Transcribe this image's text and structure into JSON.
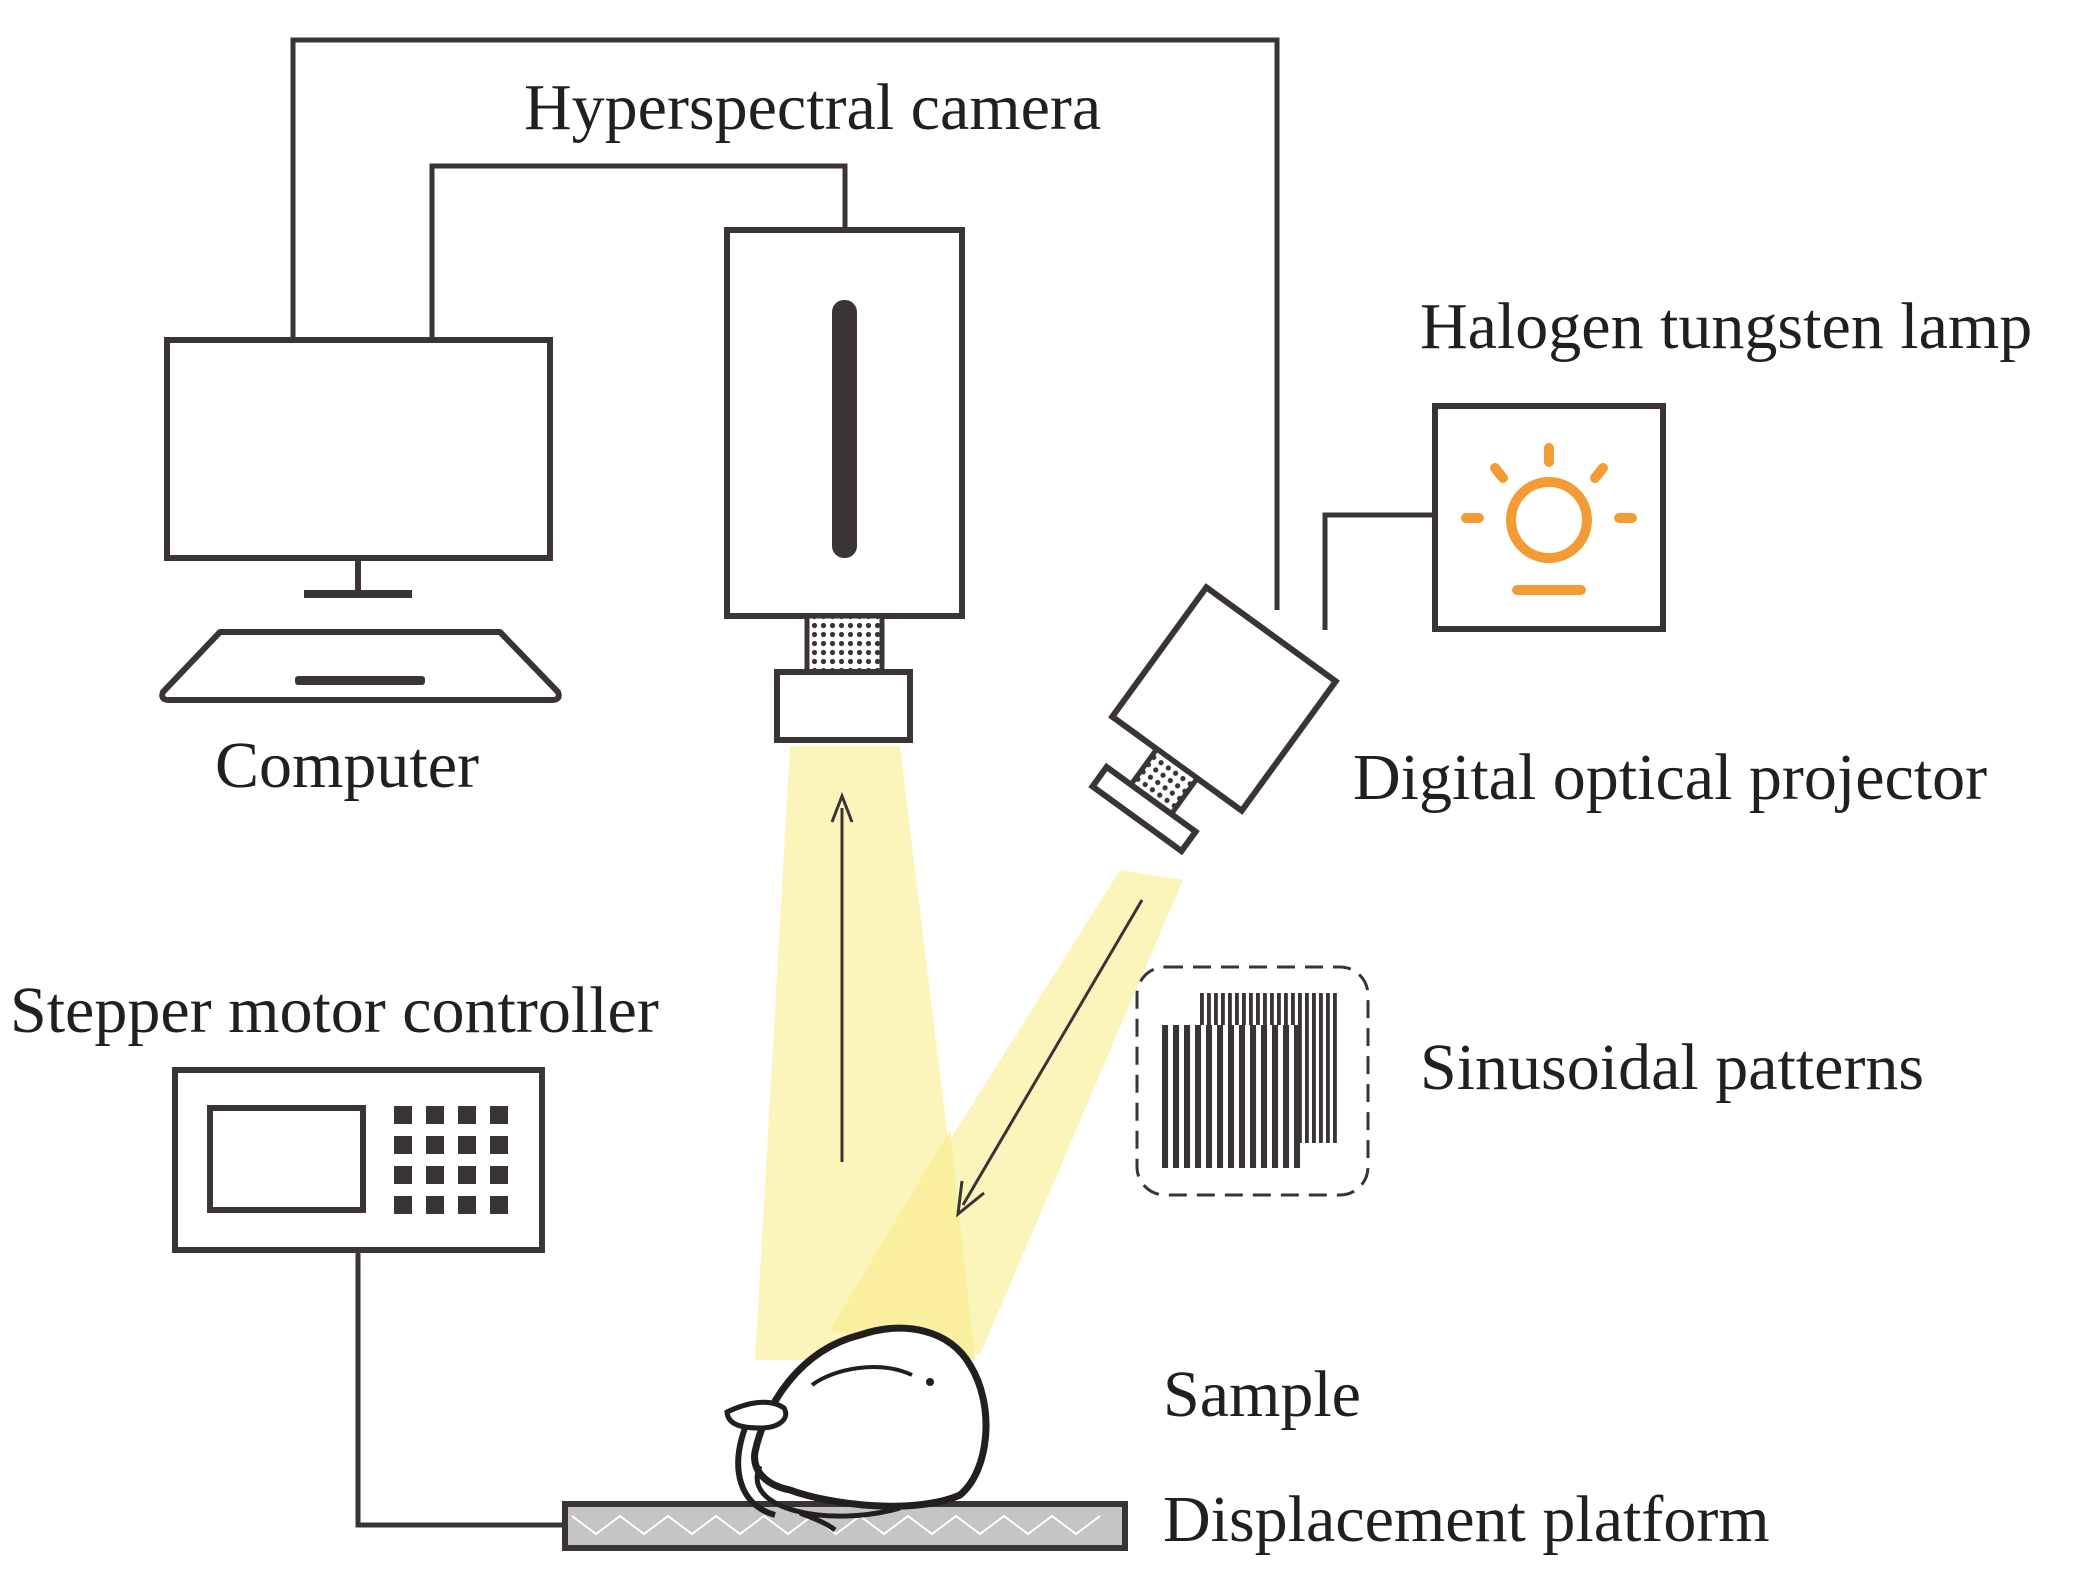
{
  "labels": {
    "hyperspectral_camera": "Hyperspectral camera",
    "halogen_lamp": "Halogen tungsten lamp",
    "computer": "Computer",
    "projector": "Digital optical projector",
    "stepper": "Stepper motor controller",
    "patterns": "Sinusoidal patterns",
    "sample": "Sample",
    "platform": "Displacement platform"
  },
  "colors": {
    "line": "#3a3436",
    "beam": "#fbf4b7",
    "beam_overlap": "#f9ee98",
    "lamp": "#f39c34",
    "platform_fill": "#c5c5c5"
  },
  "icons": {
    "lamp": "bulb-icon",
    "camera": "camera-icon",
    "computer": "computer-icon",
    "controller": "controller-icon",
    "sample": "pear-icon"
  }
}
